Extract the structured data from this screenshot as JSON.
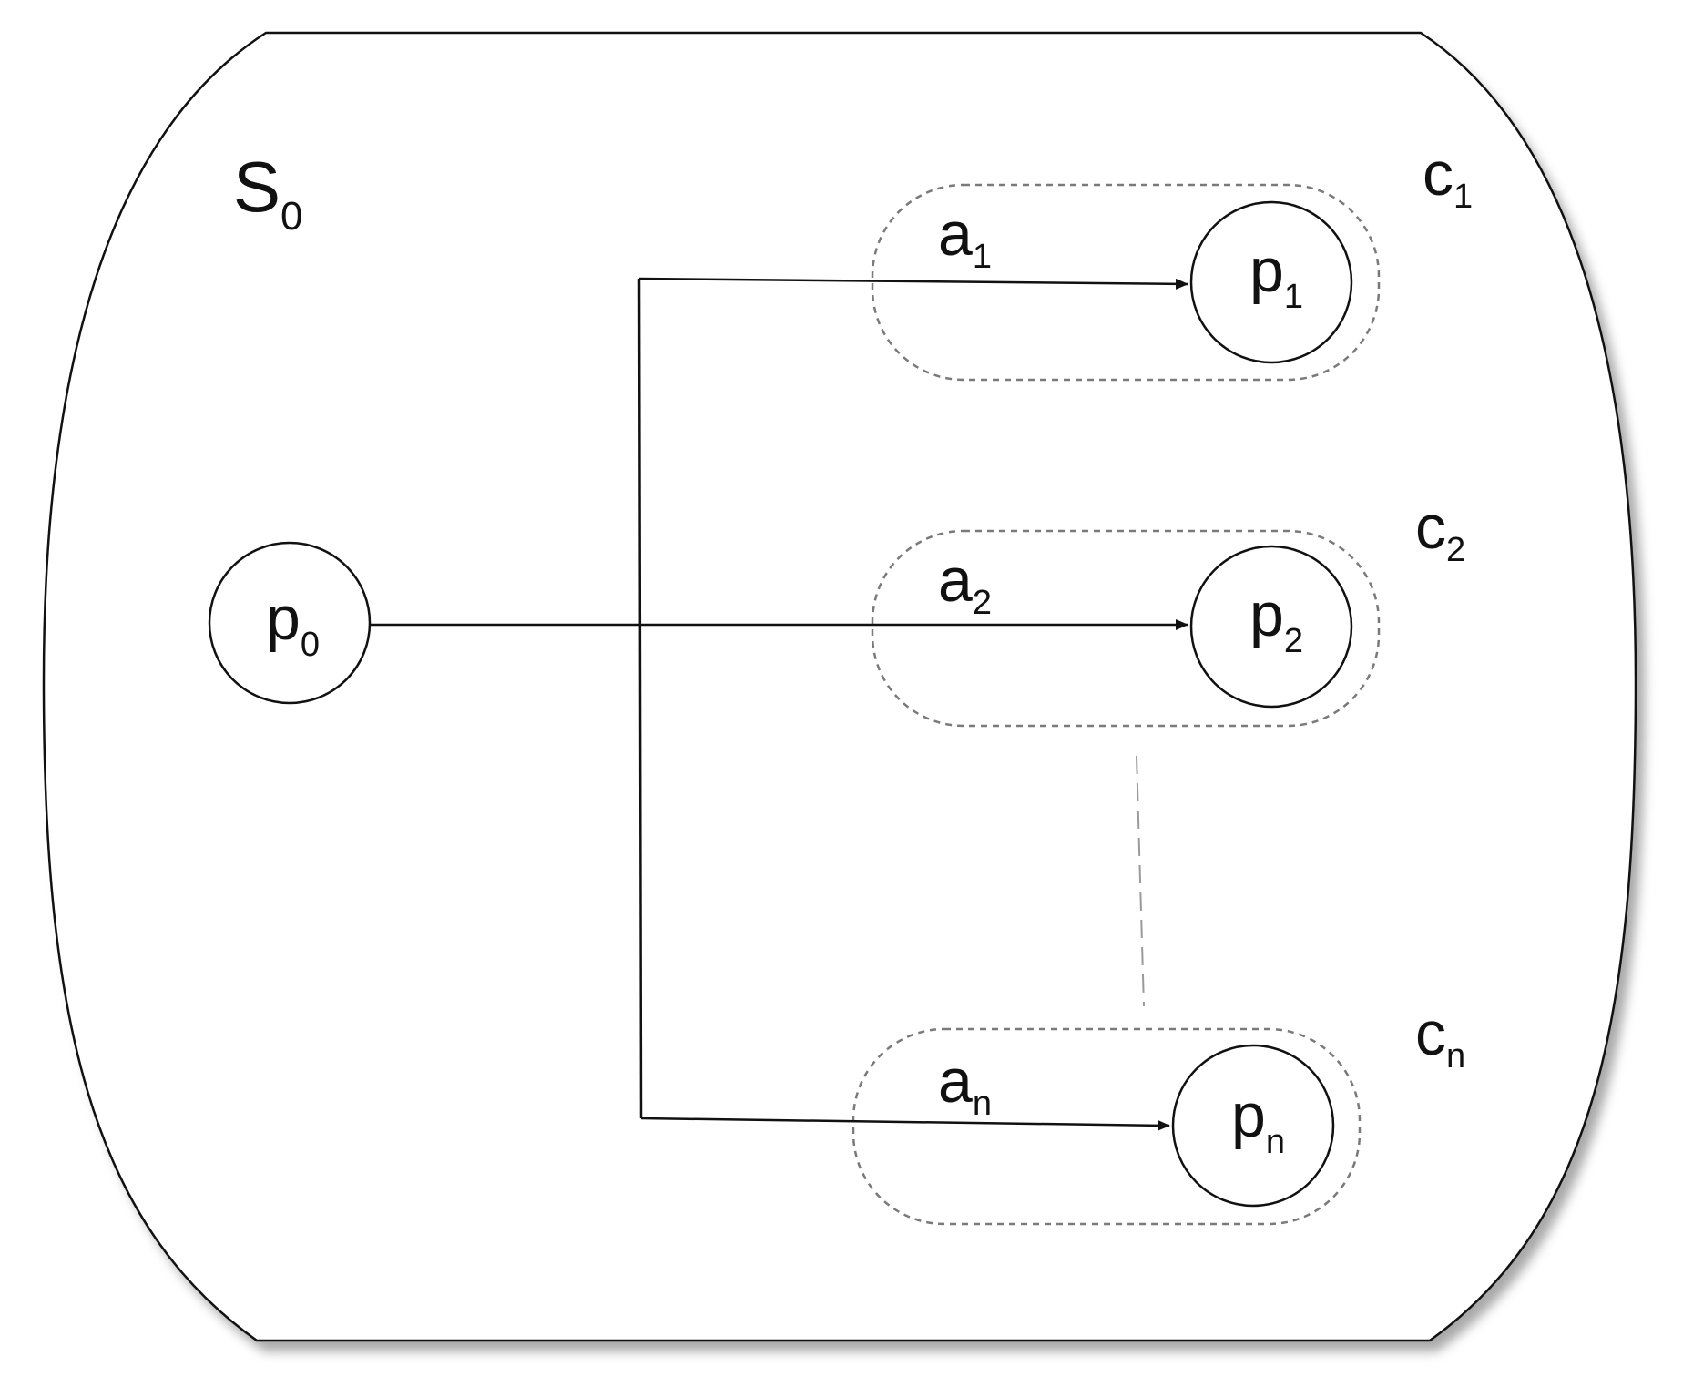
{
  "colors": {
    "stroke": "#111111",
    "dashed": "#7a7a7a",
    "background": "#ffffff",
    "shadow": "#9a9a9a"
  },
  "labels": {
    "state": {
      "base": "S",
      "sub": "0"
    },
    "source_place": {
      "base": "p",
      "sub": "0"
    },
    "connector_note": "dashed ellipsis between c2 and cn indicating repeated components"
  },
  "components": [
    {
      "name": {
        "base": "c",
        "sub": "1"
      },
      "arc": {
        "base": "a",
        "sub": "1"
      },
      "place": {
        "base": "p",
        "sub": "1"
      }
    },
    {
      "name": {
        "base": "c",
        "sub": "2"
      },
      "arc": {
        "base": "a",
        "sub": "2"
      },
      "place": {
        "base": "p",
        "sub": "2"
      }
    },
    {
      "name": {
        "base": "c",
        "sub": "n"
      },
      "arc": {
        "base": "a",
        "sub": "n"
      },
      "place": {
        "base": "p",
        "sub": "n"
      }
    }
  ]
}
